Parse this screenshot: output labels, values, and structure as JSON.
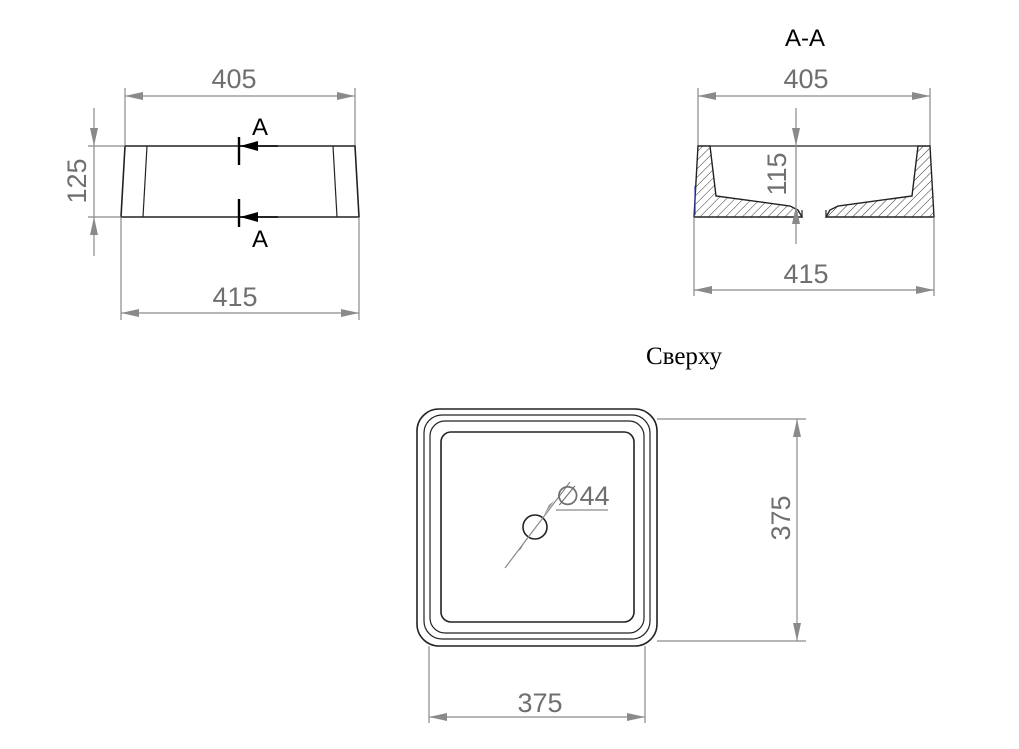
{
  "side_view": {
    "dim_top": "405",
    "dim_bottom": "415",
    "dim_height": "125",
    "section_mark_top": "A",
    "section_mark_bottom": "A"
  },
  "section_view": {
    "title": "A-A",
    "dim_top": "405",
    "dim_bottom": "415",
    "dim_depth": "115"
  },
  "top_view": {
    "title": "Сверху",
    "dim_drain": "∅44",
    "dim_width": "375",
    "dim_height": "375"
  }
}
